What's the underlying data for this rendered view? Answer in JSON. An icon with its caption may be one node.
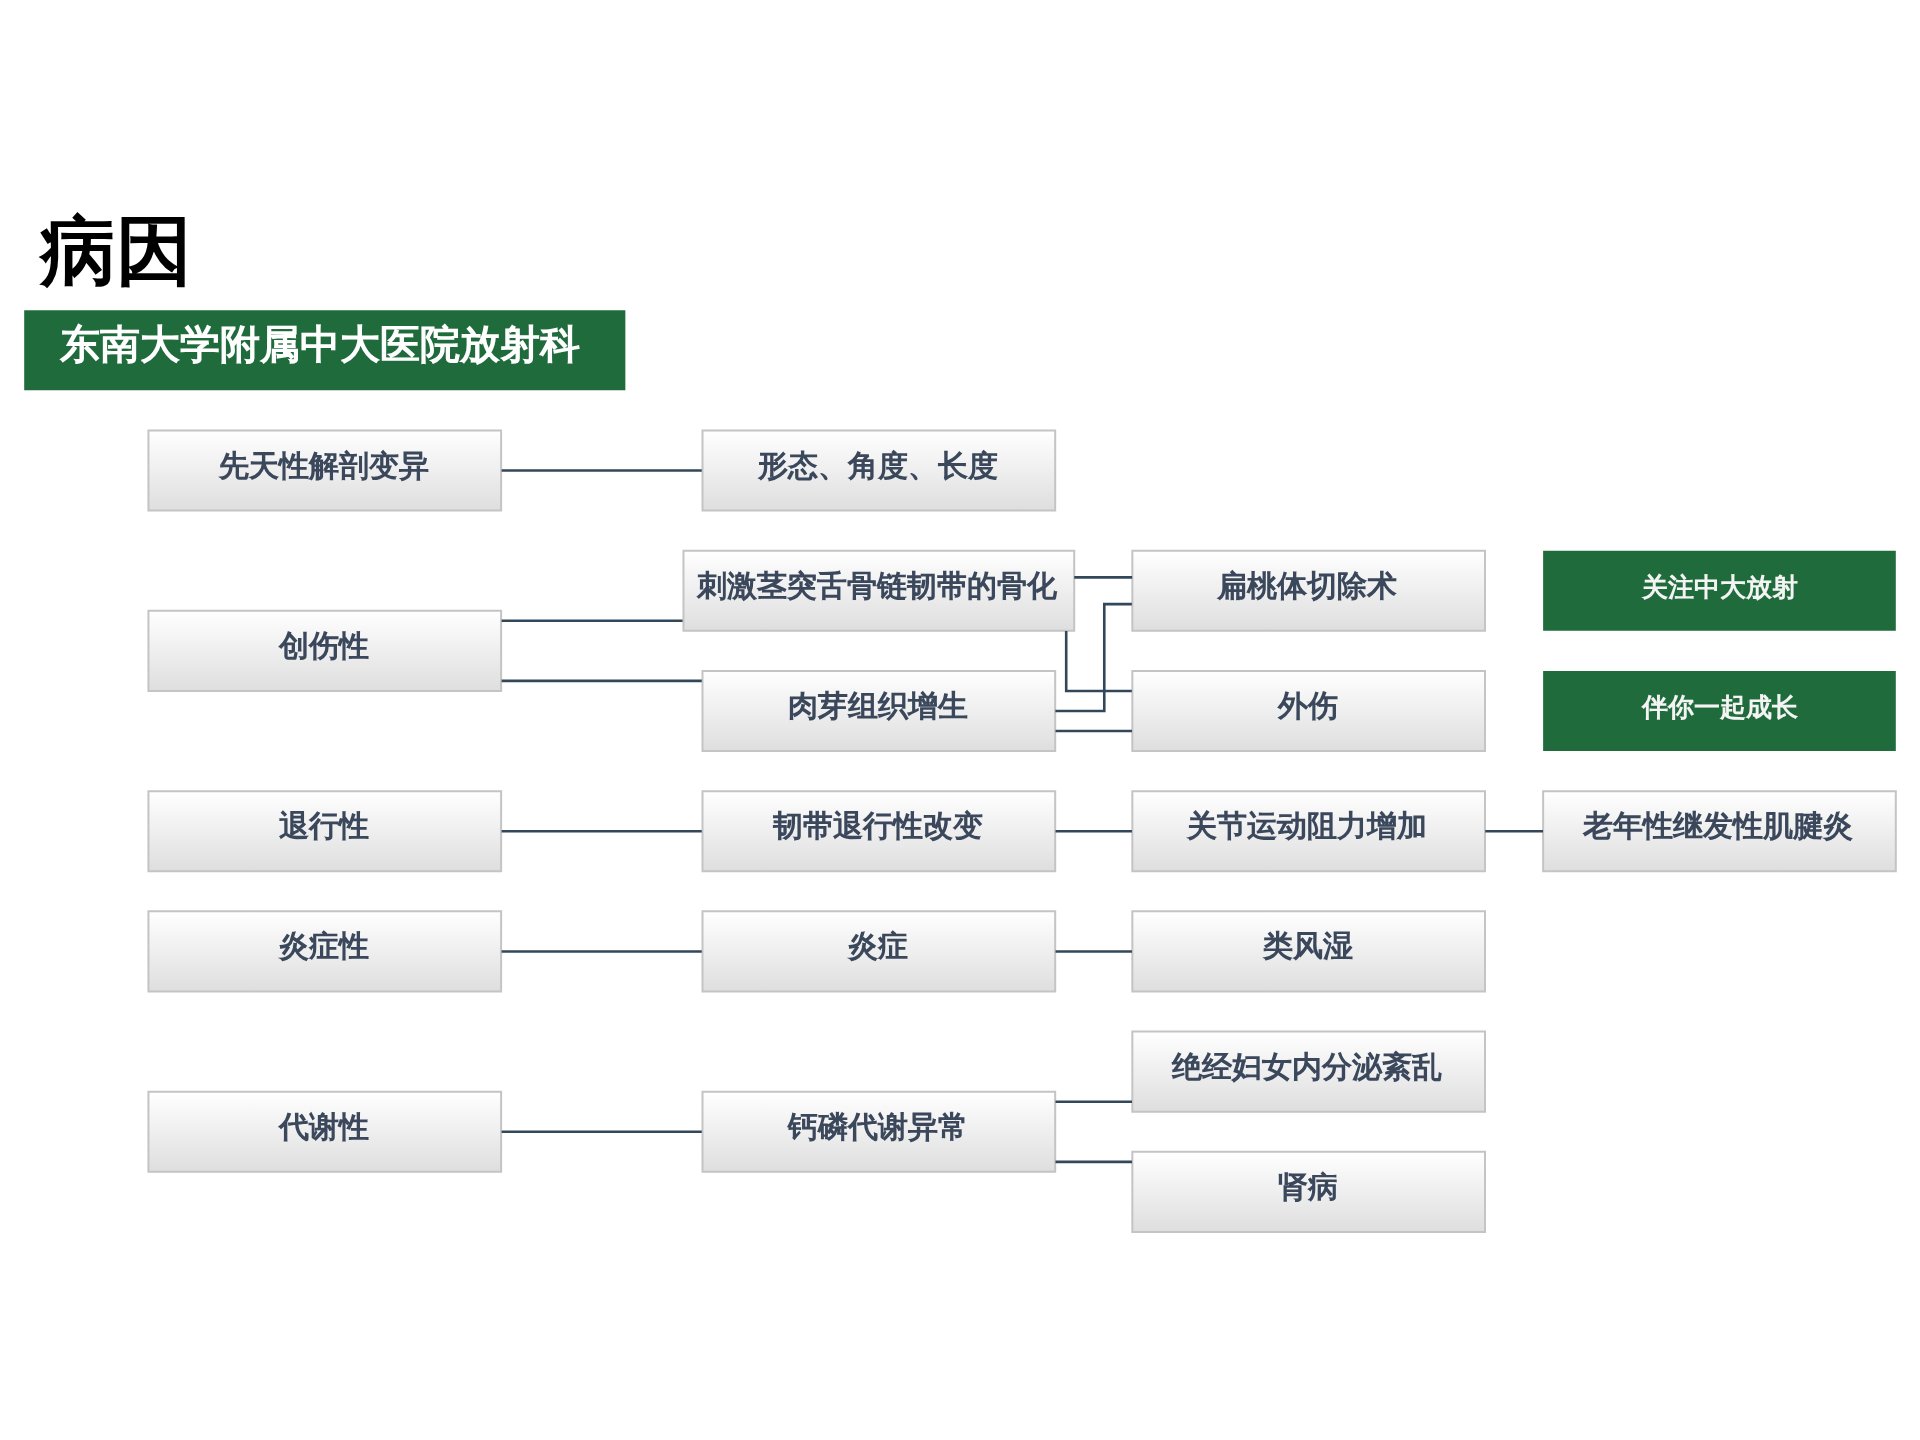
{
  "diagram": {
    "title": "病因",
    "nodes": [
      {
        "text": [
          "先天性解剖变异"
        ]
      },
      {
        "text": [
          "形态、角度、长度"
        ]
      },
      {
        "text": [
          "创伤性"
        ]
      },
      {
        "text": [
          "刺激茎突舌骨链韧带的骨化"
        ]
      },
      {
        "text": [
          "肉芽组织增生"
        ]
      },
      {
        "text": [
          "扁桃体切除术"
        ]
      },
      {
        "text": [
          "外伤"
        ]
      },
      {
        "text": [
          "退行性"
        ]
      },
      {
        "text": [
          "韧带退行性改变"
        ]
      },
      {
        "text": [
          "关节运动阻力增加"
        ]
      },
      {
        "text": [
          "老年性继发性肌腱炎"
        ]
      },
      {
        "text": [
          "炎症性"
        ]
      },
      {
        "text": [
          "炎症"
        ]
      },
      {
        "text": [
          "类风湿"
        ]
      },
      {
        "text": [
          "代谢性"
        ]
      },
      {
        "text": [
          "钙磷代谢异常"
        ]
      },
      {
        "text": [
          "绝经妇女内分泌紊乱"
        ]
      },
      {
        "text": [
          "肾病"
        ]
      }
    ],
    "edges": [
      {
        "from": 0,
        "to": 1,
        "arrow": "none"
      },
      {
        "from": 2,
        "to": 3,
        "arrow": "none"
      },
      {
        "from": 2,
        "to": 4,
        "arrow": "none"
      },
      {
        "from": 3,
        "to": 5,
        "arrow": "none"
      },
      {
        "from": 3,
        "to": 6,
        "arrow": "none"
      },
      {
        "from": 4,
        "to": 5,
        "arrow": "none"
      },
      {
        "from": 4,
        "to": 6,
        "arrow": "none"
      },
      {
        "from": 7,
        "to": 8,
        "arrow": "none"
      },
      {
        "from": 8,
        "to": 9,
        "arrow": "none"
      },
      {
        "from": 9,
        "to": 10,
        "arrow": "none"
      },
      {
        "from": 11,
        "to": 12,
        "arrow": "none"
      },
      {
        "from": 12,
        "to": 13,
        "arrow": "none"
      },
      {
        "from": 14,
        "to": 15,
        "arrow": "none"
      },
      {
        "from": 15,
        "to": 16,
        "arrow": "none"
      },
      {
        "from": 15,
        "to": 17,
        "arrow": "none"
      }
    ],
    "labels": [
      "东南大学附属中大医院放射科",
      "关注中大放射",
      "伴你一起成长"
    ]
  }
}
